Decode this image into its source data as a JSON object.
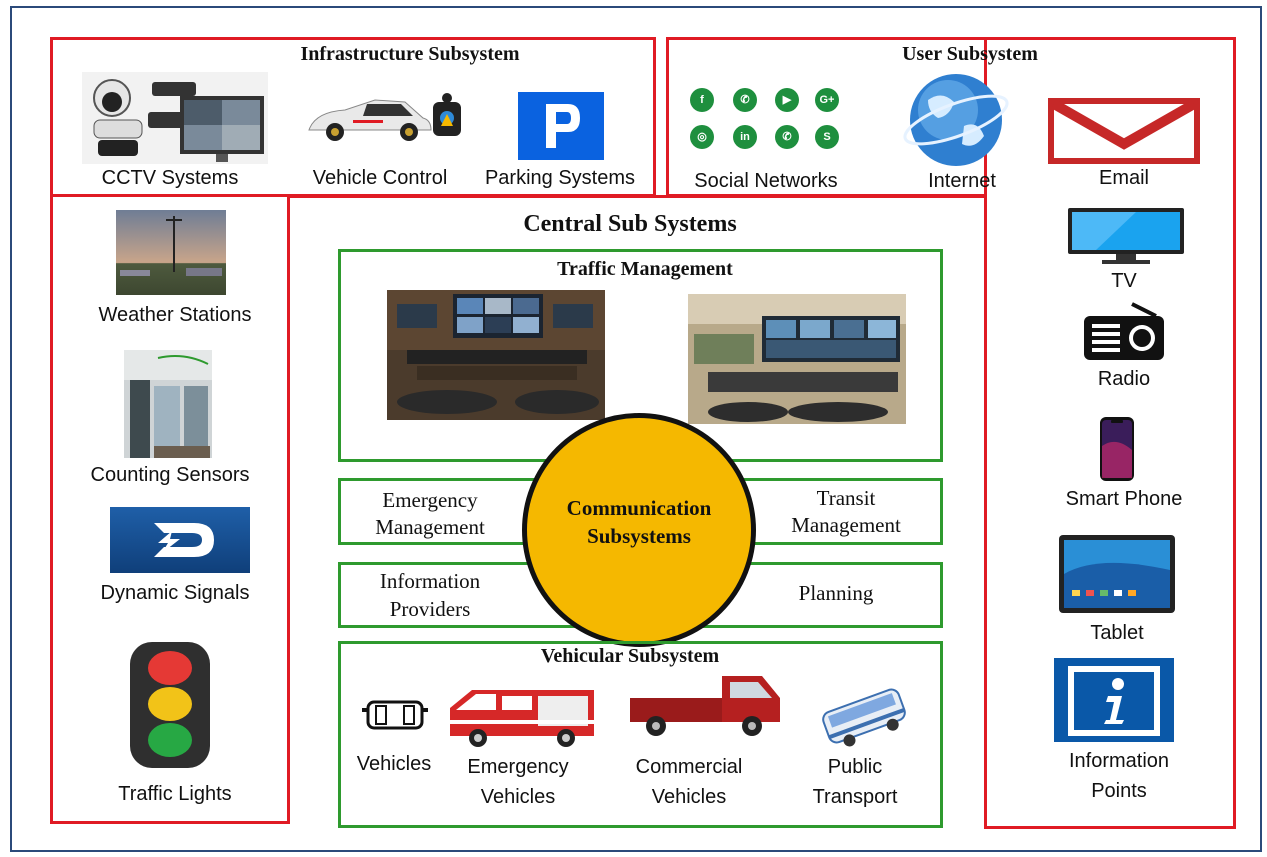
{
  "infrastructure": {
    "title": "Infrastructure Subsystem",
    "items": {
      "cctv": "CCTV Systems",
      "vehicle_control": "Vehicle Control",
      "parking": "Parking Systems",
      "weather": "Weather Stations",
      "counting": "Counting Sensors",
      "dynamic": "Dynamic Signals",
      "traffic_lights": "Traffic Lights"
    }
  },
  "user": {
    "title": "User Subsystem",
    "items": {
      "social": "Social Networks",
      "internet": "Internet",
      "email": "Email",
      "tv": "TV",
      "radio": "Radio",
      "smartphone": "Smart Phone",
      "tablet": "Tablet",
      "info_line1": "Information",
      "info_line2": "Points"
    }
  },
  "central": {
    "title": "Central Sub Systems",
    "traffic_management": "Traffic Management",
    "emergency_line1": "Emergency",
    "emergency_line2": "Management",
    "transit_line1": "Transit",
    "transit_line2": "Management",
    "info_providers_line1": "Information",
    "info_providers_line2": "Providers",
    "planning": "Planning",
    "communication_line1": "Communication",
    "communication_line2": "Subsystems"
  },
  "vehicular": {
    "title": "Vehicular Subsystem",
    "vehicles": "Vehicles",
    "emergency_line1": "Emergency",
    "emergency_line2": "Vehicles",
    "commercial_line1": "Commercial",
    "commercial_line2": "Vehicles",
    "public_line1": "Public",
    "public_line2": "Transport"
  },
  "colors": {
    "red_border": "#e01b24",
    "green_border": "#2e9a2e",
    "communication_fill": "#f5b800",
    "outer_frame": "#2b4a7a"
  }
}
